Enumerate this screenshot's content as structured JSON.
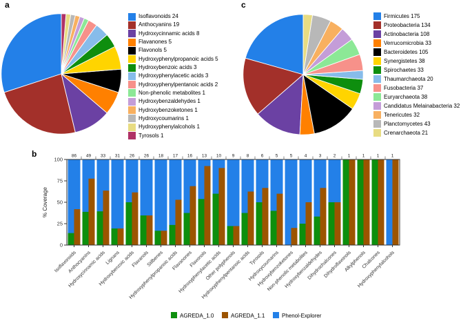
{
  "panels": {
    "a": {
      "label": "a"
    },
    "b": {
      "label": "b"
    },
    "c": {
      "label": "c"
    }
  },
  "palette": {
    "blue": "#2380E8",
    "dark_red": "#A3302A",
    "purple": "#6B41A3",
    "orange": "#FF8000",
    "black": "#000000",
    "yellow": "#FFD400",
    "green": "#0E8E0E",
    "light_blue": "#87BCEA",
    "salmon": "#F7918A",
    "light_green": "#8CE896",
    "light_purple": "#C49DD8",
    "light_orange": "#F8B060",
    "gray": "#B8B8B8",
    "khaki": "#E8DC82",
    "magenta": "#AF3266",
    "bar_green": "#0D8F0D",
    "bar_brown": "#9C5400"
  },
  "chart_data": [
    {
      "id": "a",
      "type": "pie",
      "legend_position": "right",
      "direction": "counterclockwise",
      "start_angle_deg": -90,
      "total": 80,
      "items": [
        {
          "label": "Isoflavonoids",
          "value": 24,
          "color": "#2380E8"
        },
        {
          "label": "Anthocyanins",
          "value": 19,
          "color": "#A3302A"
        },
        {
          "label": "Hydroxycinnamic acids",
          "value": 8,
          "color": "#6B41A3"
        },
        {
          "label": "Flavanones",
          "value": 5,
          "color": "#FF8000"
        },
        {
          "label": "Flavonols",
          "value": 5,
          "color": "#000000"
        },
        {
          "label": "Hydroxyphenylpropanoic acids",
          "value": 5,
          "color": "#FFD400"
        },
        {
          "label": "Hydroxybenzoic acids",
          "value": 3,
          "color": "#0E8E0E"
        },
        {
          "label": "Hydroxyphenylacetic acids",
          "value": 3,
          "color": "#87BCEA"
        },
        {
          "label": "Hydroxyphenylpentanoic acids",
          "value": 2,
          "color": "#F7918A"
        },
        {
          "label": "Non-phenolic metabolites",
          "value": 1,
          "color": "#8CE896"
        },
        {
          "label": "Hydroxybenzaldehydes",
          "value": 1,
          "color": "#C49DD8"
        },
        {
          "label": "Hydroxybenzoketones",
          "value": 1,
          "color": "#F8B060"
        },
        {
          "label": "Hydroxycoumarins",
          "value": 1,
          "color": "#B8B8B8"
        },
        {
          "label": "Hydroxyphenylalcohols",
          "value": 1,
          "color": "#E8DC82"
        },
        {
          "label": "Tyrosols",
          "value": 1,
          "color": "#AF3266"
        }
      ]
    },
    {
      "id": "b",
      "type": "bar",
      "ylabel": "% Coverage",
      "ylim": [
        0,
        100
      ],
      "yticks": [
        0,
        25,
        50,
        75,
        100
      ],
      "grid": false,
      "legend_position": "bottom",
      "categories": [
        "Isoflavonoids",
        "Anthocyanins",
        "Hydroxycinnamic acids",
        "Lignans",
        "Hydroxybenzoic acids",
        "Flavanols",
        "Stilbenes",
        "Hydroxyphenylpropanoic acids",
        "Flavanones",
        "Flavonols",
        "Hydroxyphenylacetic acids",
        "Other polyphenols",
        "Hydroxyphenylpentanoic acids",
        "Tyrosols",
        "Hydroxycoumarins",
        "Hydroxybenzoketones",
        "Non-phenolic metabolites",
        "Hydroxybenzaldehydes",
        "Dihydrochalcones",
        "Dihydroflavonols",
        "Alkylphenols",
        "Chalcones",
        "Hydroxyphenylalcohols"
      ],
      "counts_above_bars": [
        86,
        49,
        33,
        31,
        26,
        26,
        18,
        17,
        16,
        13,
        10,
        9,
        8,
        6,
        5,
        5,
        4,
        3,
        2,
        1,
        1,
        1,
        1
      ],
      "series": [
        {
          "name": "AGREDA_1.0",
          "color": "#0D8F0D",
          "values": [
            14,
            38.8,
            39.4,
            19.4,
            50,
            34.6,
            16.7,
            23.5,
            37.5,
            53.8,
            60,
            22.2,
            37.5,
            50,
            40,
            0,
            25,
            33.3,
            50,
            100,
            100,
            100,
            0
          ]
        },
        {
          "name": "AGREDA_1.1",
          "color": "#9C5400",
          "values": [
            41.9,
            77.6,
            63.6,
            19.4,
            61.5,
            34.6,
            16.7,
            52.9,
            68.8,
            92.3,
            90,
            22.2,
            62.5,
            66.7,
            60,
            20,
            50,
            66.7,
            50,
            100,
            100,
            100,
            100
          ]
        },
        {
          "name": "Phenol-Explorer",
          "color": "#2380E8",
          "values": [
            100,
            100,
            100,
            100,
            100,
            100,
            100,
            100,
            100,
            100,
            100,
            100,
            100,
            100,
            100,
            100,
            100,
            100,
            100,
            100,
            100,
            100,
            100
          ]
        }
      ]
    },
    {
      "id": "c",
      "type": "pie",
      "legend_position": "right",
      "direction": "counterclockwise",
      "start_angle_deg": -90,
      "total": 849,
      "items": [
        {
          "label": "Firmicutes",
          "value": 175,
          "color": "#2380E8"
        },
        {
          "label": "Proteobacteria",
          "value": 134,
          "color": "#A3302A"
        },
        {
          "label": "Actinobacteria",
          "value": 108,
          "color": "#6B41A3"
        },
        {
          "label": "Verrucomicrobia",
          "value": 33,
          "color": "#FF8000"
        },
        {
          "label": "Bacteroidetes",
          "value": 105,
          "color": "#000000"
        },
        {
          "label": "Synergistetes",
          "value": 38,
          "color": "#FFD400"
        },
        {
          "label": "Spirochaetes",
          "value": 33,
          "color": "#0E8E0E"
        },
        {
          "label": "Thaumarchaeota",
          "value": 20,
          "color": "#87BCEA"
        },
        {
          "label": "Fusobacteria",
          "value": 37,
          "color": "#F7918A"
        },
        {
          "label": "Euryarchaeota",
          "value": 38,
          "color": "#8CE896"
        },
        {
          "label": "Candidatus Melainabacteria",
          "value": 32,
          "color": "#C49DD8"
        },
        {
          "label": "Tenericutes",
          "value": 32,
          "color": "#F8B060"
        },
        {
          "label": "Planctomycetes",
          "value": 43,
          "color": "#B8B8B8"
        },
        {
          "label": "Crenarchaeota",
          "value": 21,
          "color": "#E8DC82"
        }
      ]
    }
  ]
}
